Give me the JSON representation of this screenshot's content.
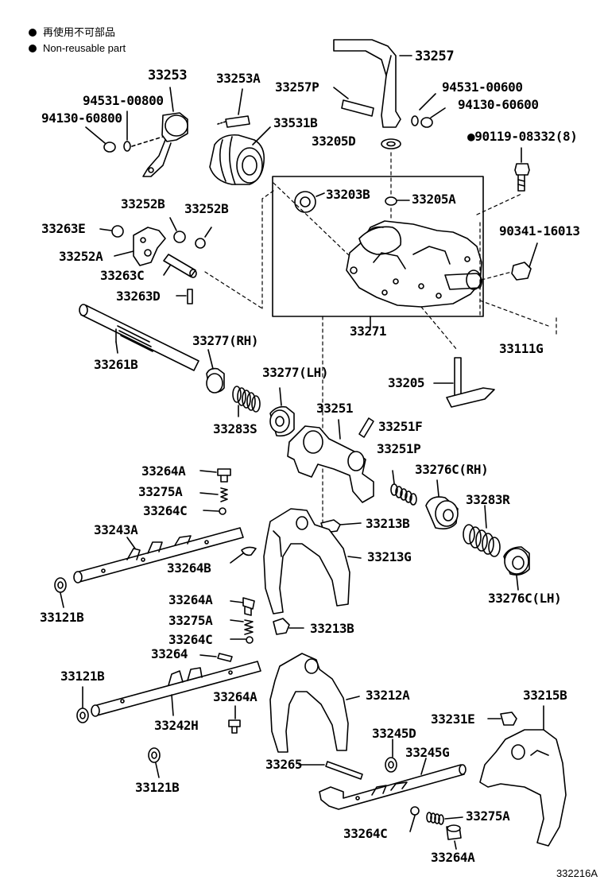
{
  "legend": {
    "jp": "再使用不可部品",
    "en": "Non-reusable part"
  },
  "illustration_code": "332216A",
  "parts": {
    "p33257": "33257",
    "p33253": "33253",
    "p33253A": "33253A",
    "p33257P": "33257P",
    "p94531_00600": "94531-00600",
    "p94531_00800": "94531-00800",
    "p94130_60600": "94130-60600",
    "p33531B": "33531B",
    "p94130_60800": "94130-60800",
    "p33205D": "33205D",
    "p90119_08332": "●90119-08332(8)",
    "p33203B": "33203B",
    "p33205A": "33205A",
    "p33252B_1": "33252B",
    "p33252B_2": "33252B",
    "p33263E": "33263E",
    "p90341_16013": "90341-16013",
    "p33252A": "33252A",
    "p33263C": "33263C",
    "p33263D": "33263D",
    "p33271": "33271",
    "p33277RH": "33277(RH)",
    "p33111G": "33111G",
    "p33261B": "33261B",
    "p33277LH": "33277(LH)",
    "p33205": "33205",
    "p33251": "33251",
    "p33283S": "33283S",
    "p33251F": "33251F",
    "p33251P": "33251P",
    "p33264A_1": "33264A",
    "p33276CRH": "33276C(RH)",
    "p33275A_1": "33275A",
    "p33283R": "33283R",
    "p33264C_1": "33264C",
    "p33213B_1": "33213B",
    "p33243A": "33243A",
    "p33213G": "33213G",
    "p33264B": "33264B",
    "p33121B_1": "33121B",
    "p33276CLH": "33276C(LH)",
    "p33264A_2": "33264A",
    "p33275A_2": "33275A",
    "p33213B_2": "33213B",
    "p33264C_2": "33264C",
    "p33264": "33264",
    "p33121B_2": "33121B",
    "p33212A": "33212A",
    "p33264A_3": "33264A",
    "p33215B": "33215B",
    "p33231E": "33231E",
    "p33242H": "33242H",
    "p33245D": "33245D",
    "p33245G": "33245G",
    "p33265": "33265",
    "p33121B_3": "33121B",
    "p33275A_3": "33275A",
    "p33264C_3": "33264C",
    "p33264A_4": "33264A"
  }
}
